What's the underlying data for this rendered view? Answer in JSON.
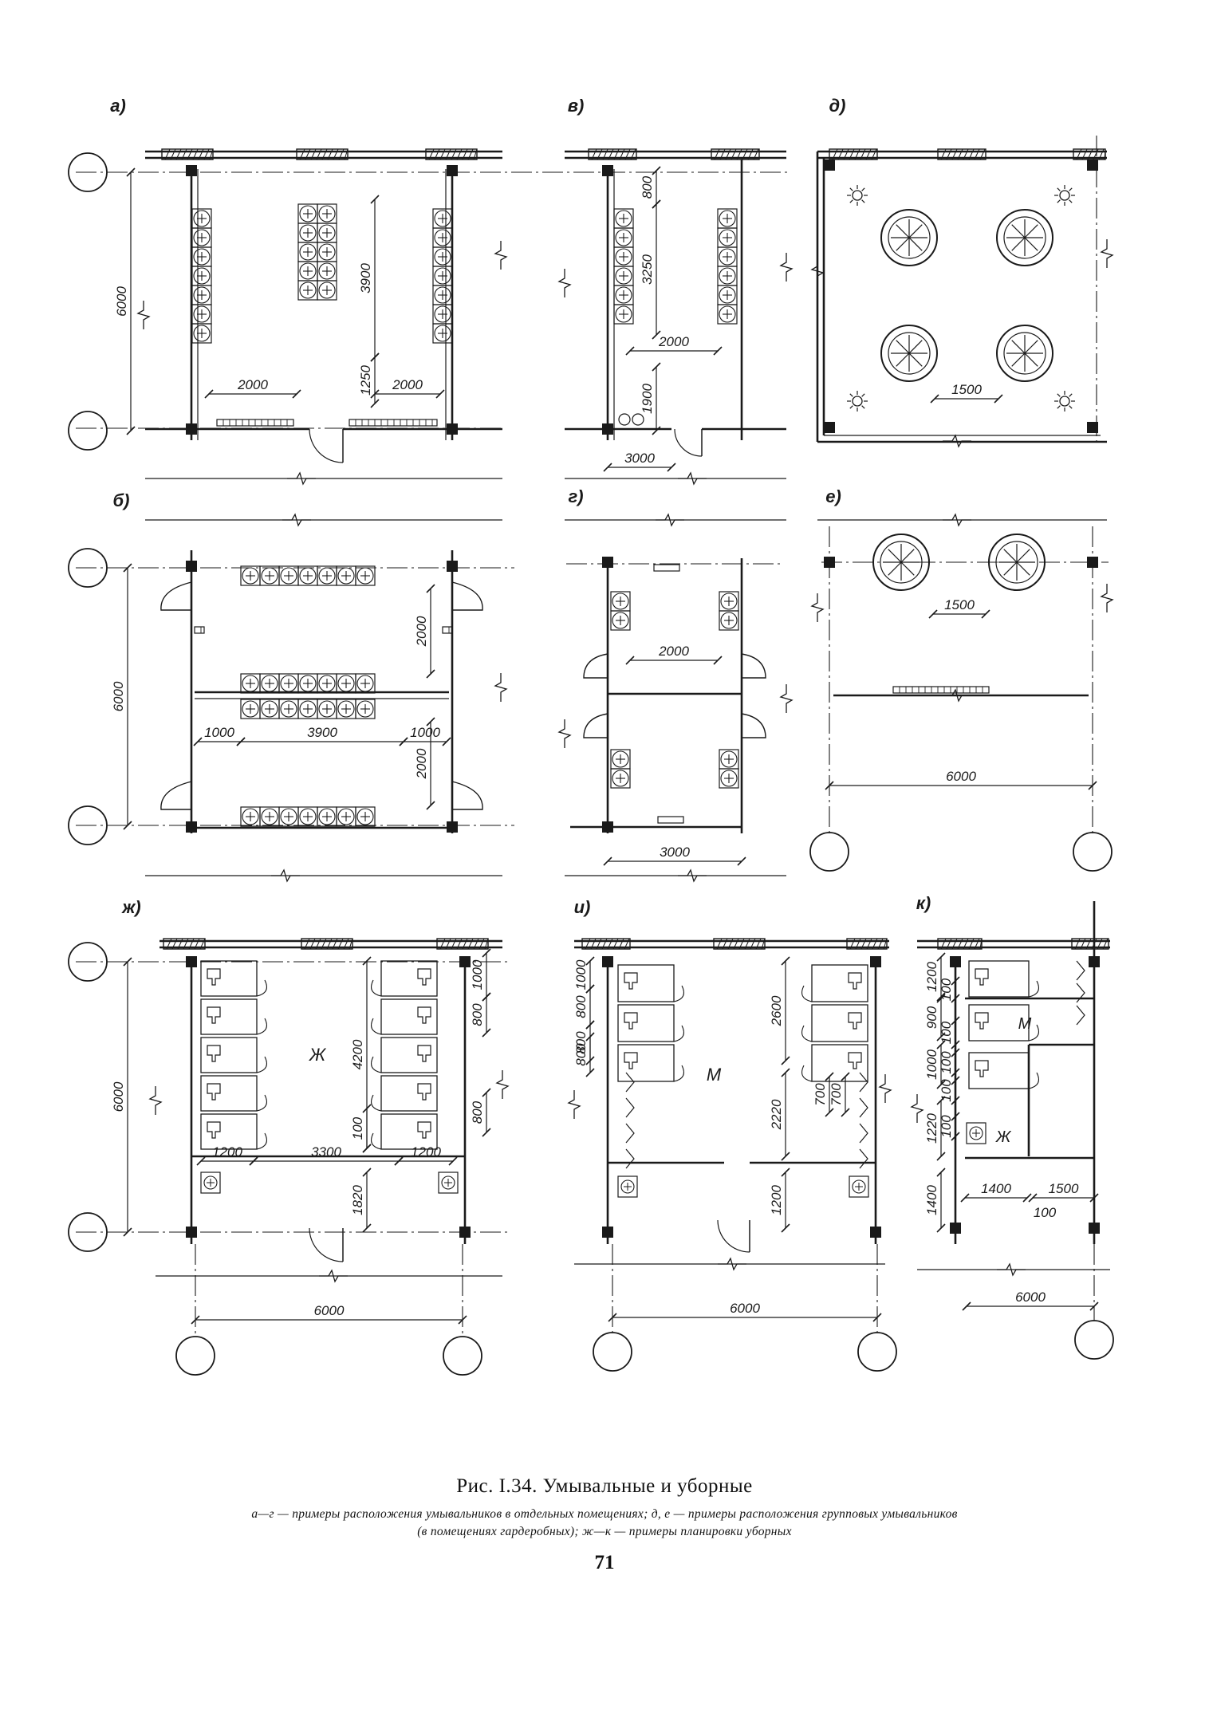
{
  "figure": {
    "panels": [
      {
        "id": "a",
        "label": "а)",
        "dims": {
          "height": "6000",
          "left_width": "2000",
          "right_width": "2000",
          "center_height": "3900",
          "offset": "1250"
        }
      },
      {
        "id": "v",
        "label": "в)",
        "dims": {
          "top_offset": "800",
          "center_height": "3250",
          "center_width": "2000",
          "bottom_offset": "1900",
          "width": "3000"
        }
      },
      {
        "id": "d",
        "label": "д)",
        "dims": {
          "spacing": "1500"
        }
      },
      {
        "id": "b",
        "label": "б)",
        "dims": {
          "height": "6000",
          "upper_gap": "2000",
          "lower_gap": "2000",
          "left_margin": "1000",
          "center_width": "3900",
          "right_margin": "1000"
        }
      },
      {
        "id": "g",
        "label": "г)",
        "dims": {
          "center_width": "2000",
          "width": "3000"
        }
      },
      {
        "id": "e",
        "label": "е)",
        "dims": {
          "spacing": "1500",
          "width": "6000"
        }
      },
      {
        "id": "zh",
        "label": "ж)",
        "room": "Ж",
        "dims": {
          "height": "6000",
          "stall_top": "1000",
          "stall_a": "800",
          "stall_b": "800",
          "center_height": "4200",
          "partition": "100",
          "left_width": "1200",
          "center_width": "3300",
          "right_width": "1200",
          "vestibule": "1820",
          "width": "6000"
        }
      },
      {
        "id": "i",
        "label": "и)",
        "room": "М",
        "dims": {
          "stall_top": "1000",
          "stall_a": "800",
          "stall_b": "800",
          "stall_c": "800",
          "upper_height": "2600",
          "lower_height": "2220",
          "urinal_a": "700",
          "urinal_b": "700",
          "vestibule": "1200",
          "width": "6000"
        }
      },
      {
        "id": "k",
        "label": "к)",
        "room_m": "М",
        "room_zh": "Ж",
        "dims": {
          "d1": "1200",
          "d2": "100",
          "d3": "900",
          "d4": "100",
          "d5": "1000",
          "d6": "100",
          "d7": "100",
          "d8": "1220",
          "d9": "100",
          "d10": "1400",
          "left_width": "1400",
          "right_width": "1500",
          "partition": "100",
          "width": "6000"
        }
      }
    ]
  },
  "caption": {
    "title": "Рис. I.34. Умывальные и уборные",
    "line1": "а—г — примеры расположения умывальников в отдельных помещениях; д, е — примеры расположения групповых умывальников",
    "line2": "(в помещениях гардеробных); ж—к — примеры планировки уборных"
  },
  "page_number": "71"
}
